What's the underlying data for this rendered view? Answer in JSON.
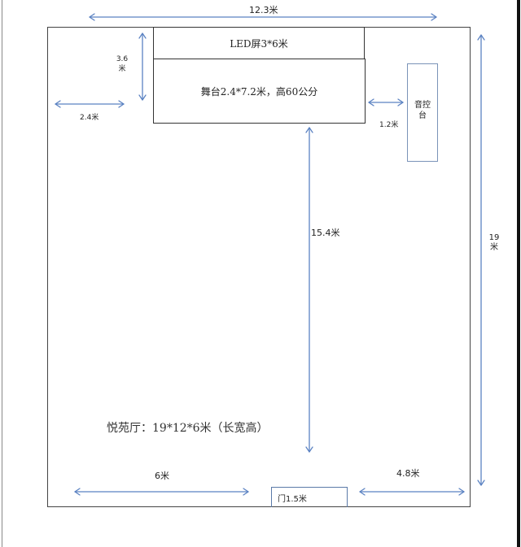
{
  "diagram": {
    "type": "floor-plan",
    "room": {
      "caption": "悦苑厅：19*12*6米（长宽高）"
    },
    "elements": {
      "led_screen": "LED屏3*6米",
      "stage": "舞台2.4*7.2米，高60公分",
      "sound_console_line1": "音控",
      "sound_console_line2": "台",
      "door": "门1.5米"
    },
    "dimensions": {
      "total_width": "12.3米",
      "total_length_num": "19",
      "total_length_unit": "米",
      "stage_depth_num": "3.6",
      "stage_depth_unit": "米",
      "left_gap": "2.4米",
      "right_gap": "1.2米",
      "stage_to_door": "15.4米",
      "door_left_offset": "6米",
      "door_right_offset": "4.8米"
    },
    "colors": {
      "arrow": "#5b82c2",
      "wall": "#444444",
      "console_border": "#7a93b8"
    }
  }
}
